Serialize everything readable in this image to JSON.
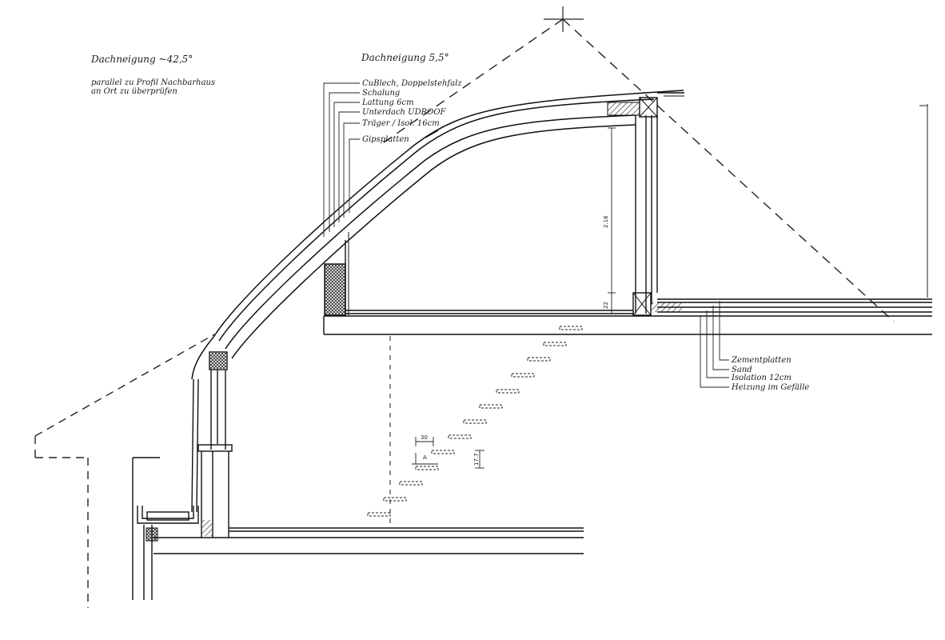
{
  "annotations": {
    "left_pitch": "Dachneigung ~42,5°",
    "left_note_line1": "parallel zu Profil Nachbarhaus",
    "left_note_line2": "an Ort zu überprüfen",
    "right_pitch": "Dachneigung 5,5°"
  },
  "roof_layers": [
    "CuBlech, Doppelstehfalz",
    "Schalung",
    "Lattung 6cm",
    "Unterdach UDROOF",
    "Träger / Isol. 16cm",
    "Gipsplatten"
  ],
  "floor_layers": [
    "Zementplatten",
    "Sand",
    "Isolation 12cm",
    "Heizung im Gefälle"
  ],
  "dimensions": {
    "wall_height": "2.16",
    "wall_base": "22",
    "step_run": "30",
    "step_rise": "17.7",
    "step_label": "A"
  }
}
